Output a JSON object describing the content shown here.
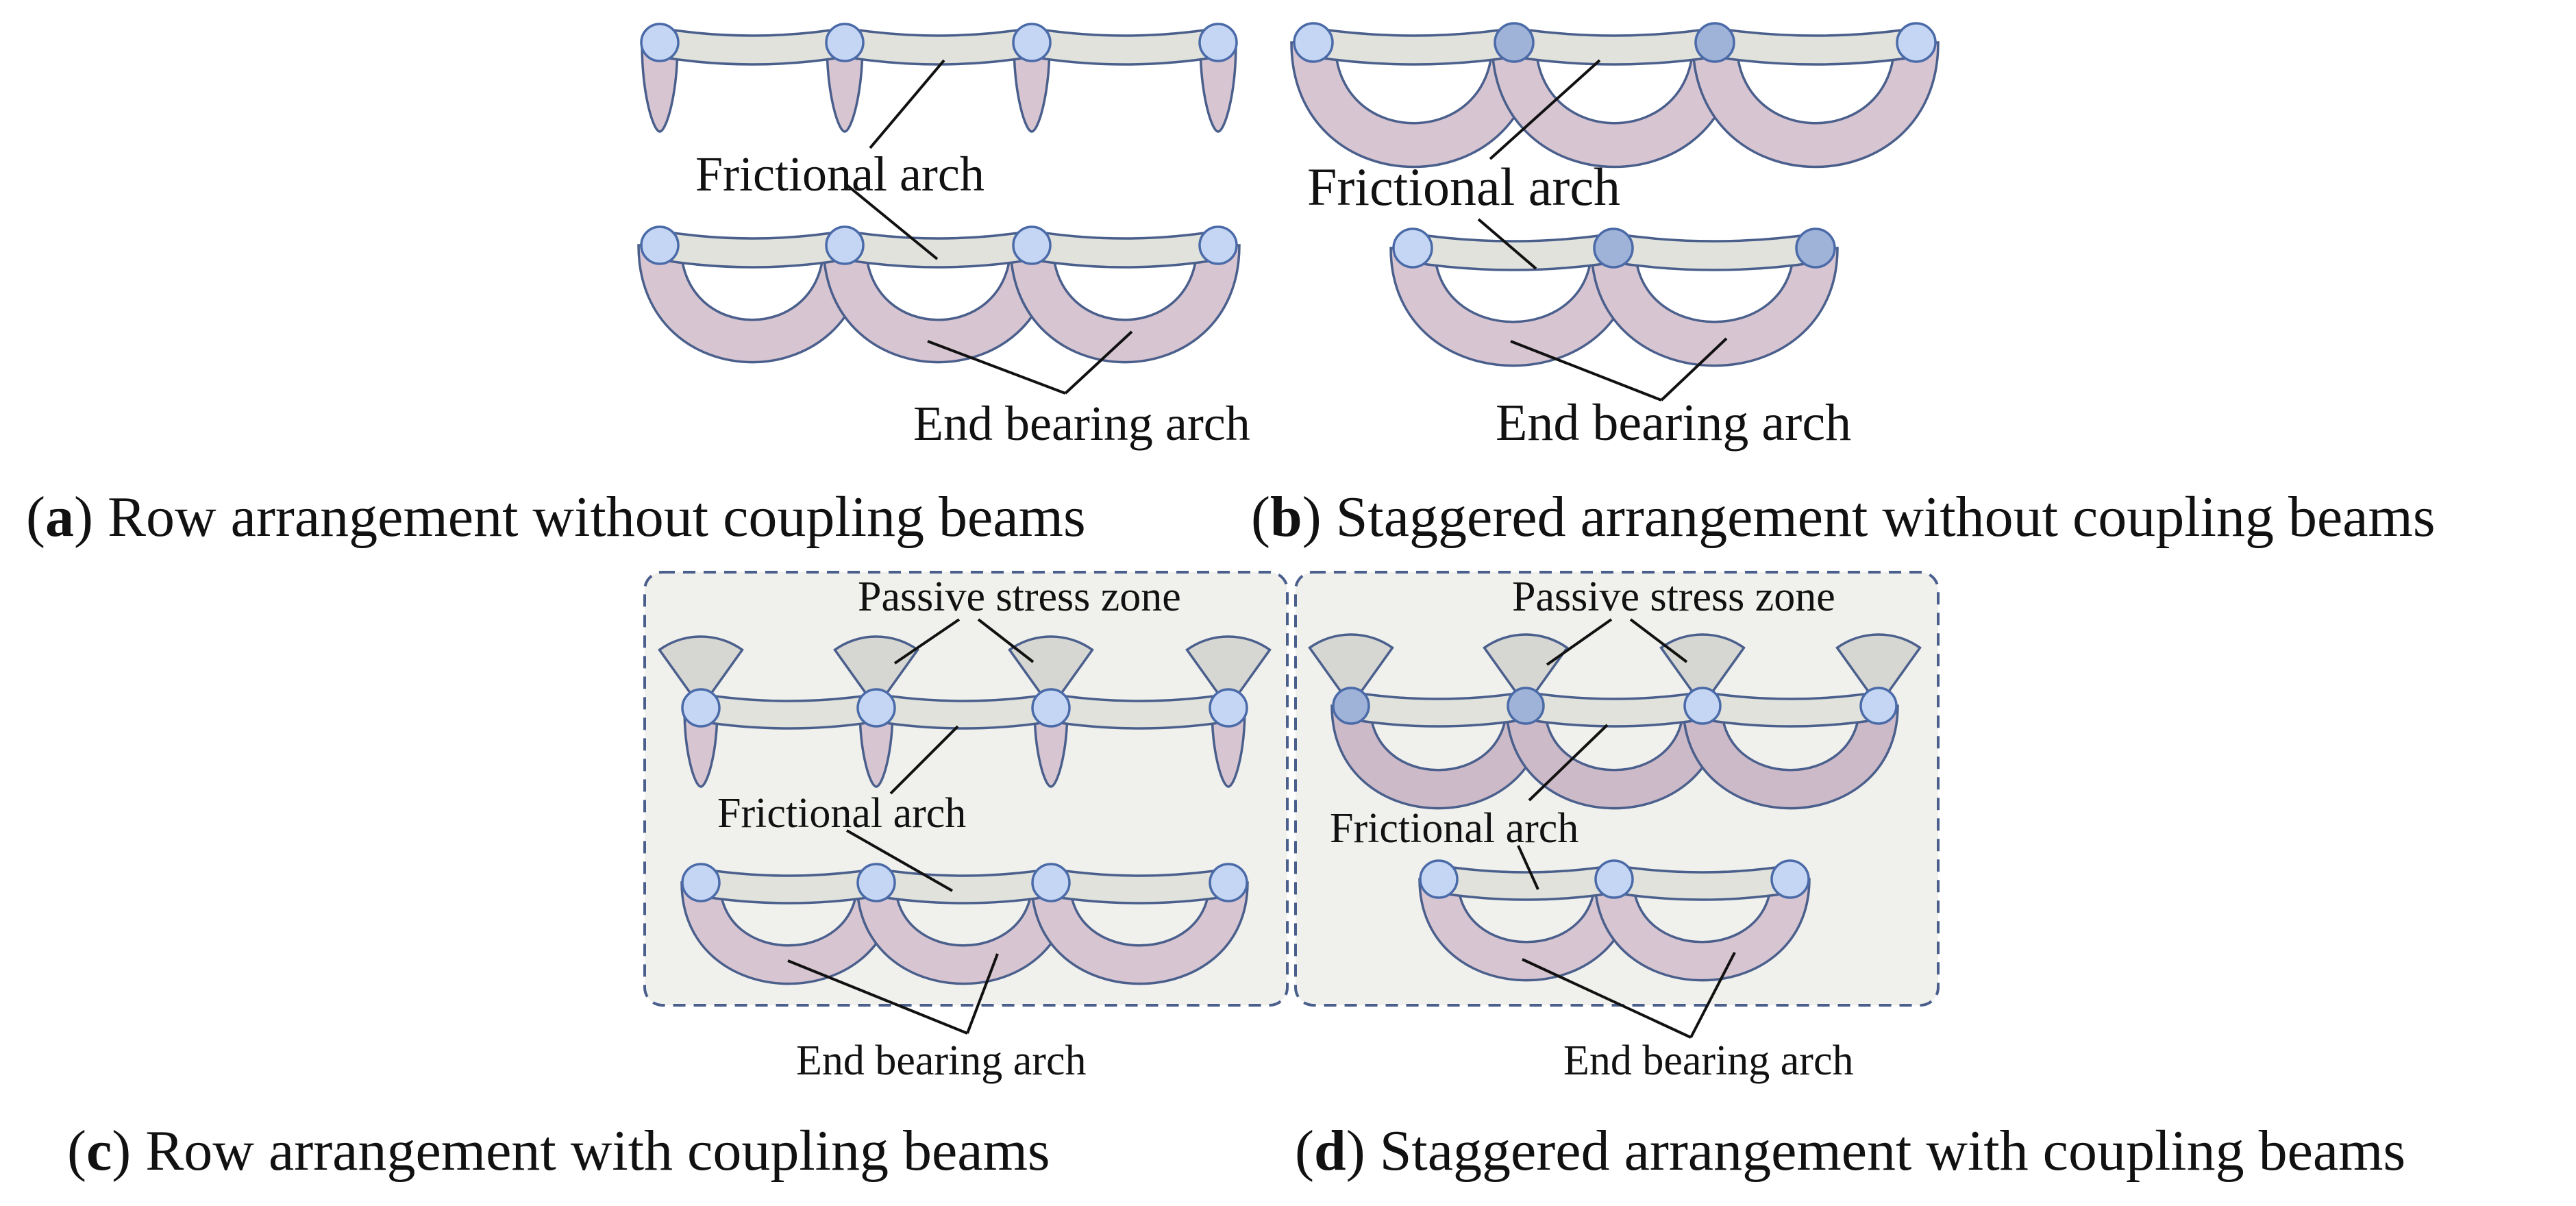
{
  "panels": {
    "a": {
      "caption_letter": "a",
      "caption_rest": " Row arrangement without coupling beams",
      "label_frictional": "Frictional arch",
      "label_end_bearing": "End bearing arch"
    },
    "b": {
      "caption_letter": "b",
      "caption_rest": " Staggered arrangement without coupling beams",
      "label_frictional": "Frictional arch",
      "label_end_bearing": "End bearing arch"
    },
    "c": {
      "caption_letter": "c",
      "caption_rest": " Row arrangement with coupling beams",
      "label_passive": "Passive stress zone",
      "label_frictional": "Frictional arch",
      "label_end_bearing": "End bearing arch"
    },
    "d": {
      "caption_letter": "d",
      "caption_rest": " Staggered arrangement with coupling beams",
      "label_passive": "Passive stress zone",
      "label_frictional": "Frictional arch",
      "label_end_bearing": "End bearing arch"
    }
  },
  "colors": {
    "pile_fill": "#c4d6f4",
    "pile_stroke": "#4a6aa8",
    "pile_dark_fill": "#9fb2d8",
    "frictional_arch_fill": "#e1e2dc",
    "end_bearing_fill": "#d7c5d1",
    "shaded_end_bearing_fill": "#ccbac8",
    "passive_zone_fill": "#d6d6d2",
    "panel_bg": "#f0f0ed",
    "panel_border": "#4a5f8c",
    "outline": "#4a5f8c",
    "leader_line": "#111111"
  }
}
